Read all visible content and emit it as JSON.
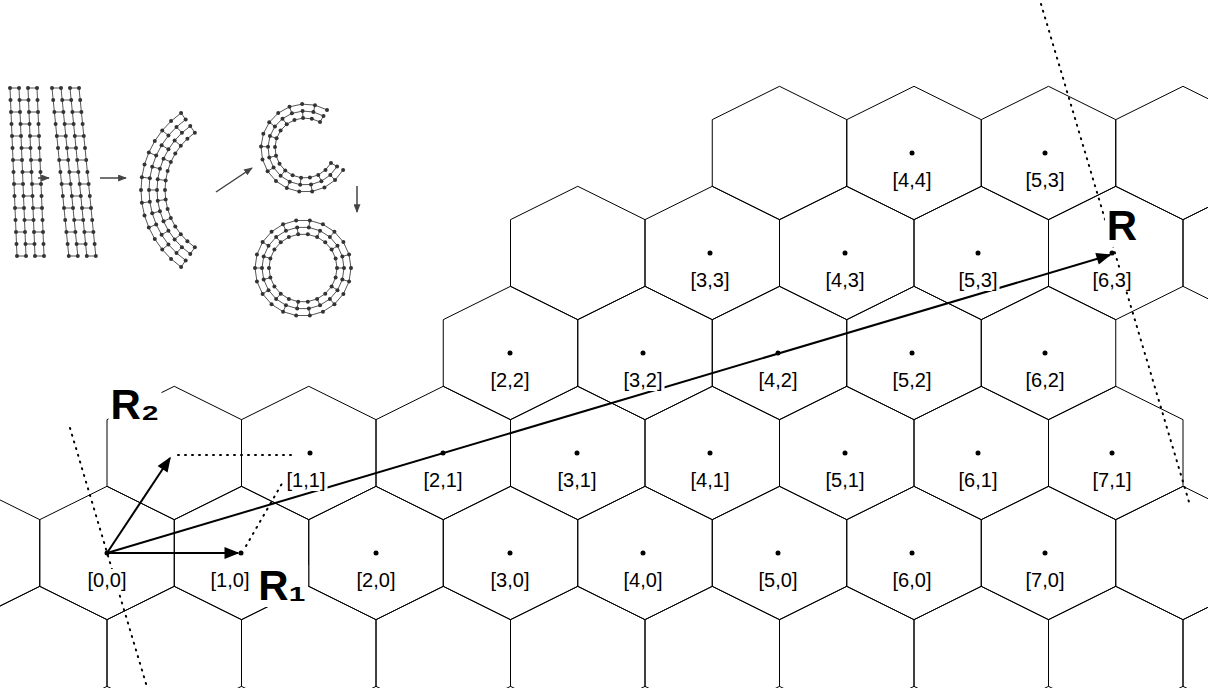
{
  "diagram": {
    "labels": [
      "[4,4]",
      "[5,3]",
      "R",
      "[3,3]",
      "[4,3]",
      "[5,3]",
      "[6,3]",
      "[2,2]",
      "[3,2]",
      "[4,2]",
      "[5,2]",
      "[6,2]",
      "R₂",
      "[1,1]",
      "[2,1]",
      "[3,1]",
      "[4,1]",
      "[5,1]",
      "[6,1]",
      "[7,1]",
      "[0,0]",
      "[1,0]",
      "R₁",
      "[2,0]",
      "[3,0]",
      "[4,0]",
      "[5,0]",
      "[6,0]",
      "[7,0]"
    ]
  }
}
